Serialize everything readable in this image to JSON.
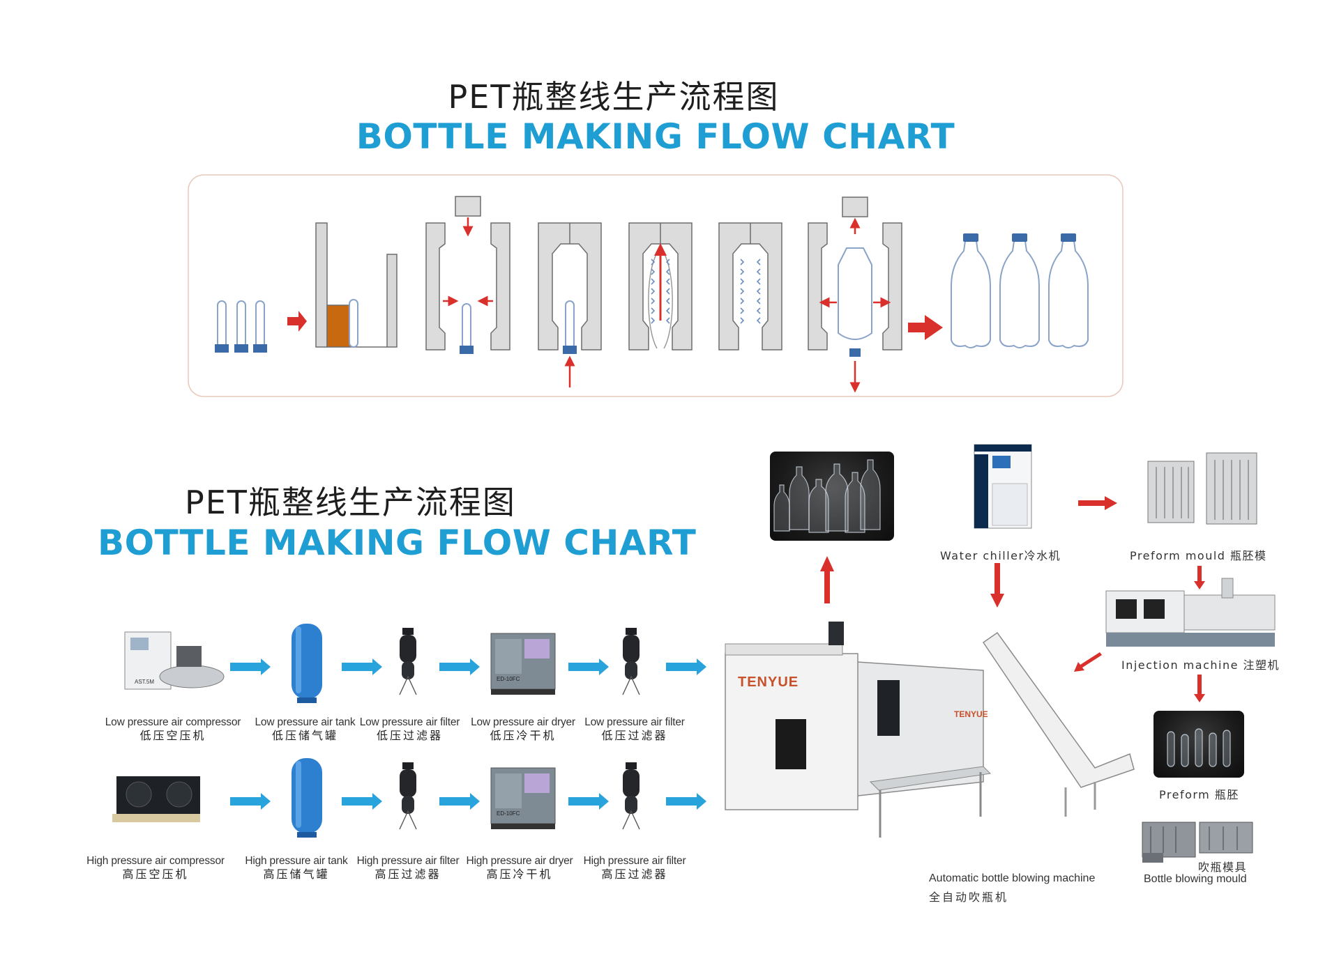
{
  "top_header": {
    "title_cn": "PET瓶整线生产流程图",
    "title_en": "BOTTLE MAKING FLOW CHART"
  },
  "mid_header": {
    "title_cn": "PET瓶整线生产流程图",
    "title_en": "BOTTLE MAKING FLOW CHART"
  },
  "colors": {
    "title_blue": "#1f9ed4",
    "arrow_red": "#d9302b",
    "arrow_blue": "#29a3dc",
    "mould_gray": "#dcdcdc",
    "preform_fill": "#c8690f",
    "tank_blue": "#2d7fd0"
  },
  "low_pressure_row": [
    {
      "en": "Low pressure air compressor",
      "cn": "低压空压机",
      "icon": "air-compressor-icon"
    },
    {
      "en": "Low pressure air tank",
      "cn": "低压储气罐",
      "icon": "air-tank-icon"
    },
    {
      "en": "Low pressure air filter",
      "cn": "低压过滤器",
      "icon": "air-filter-icon"
    },
    {
      "en": "Low pressure air dryer",
      "cn": "低压冷干机",
      "icon": "air-dryer-icon"
    },
    {
      "en": "Low pressure air filter",
      "cn": "低压过滤器",
      "icon": "air-filter-icon"
    }
  ],
  "high_pressure_row": [
    {
      "en": "High pressure air compressor",
      "cn": "高压空压机",
      "icon": "air-compressor-icon"
    },
    {
      "en": "High pressure air tank",
      "cn": "高压储气罐",
      "icon": "air-tank-icon"
    },
    {
      "en": "High pressure air filter",
      "cn": "高压过滤器",
      "icon": "air-filter-icon"
    },
    {
      "en": "High pressure air dryer",
      "cn": "高压冷干机",
      "icon": "air-dryer-icon"
    },
    {
      "en": "High pressure air filter",
      "cn": "高压过滤器",
      "icon": "air-filter-icon"
    }
  ],
  "dryer_plate_label": "ED-10FC",
  "compressor_plate_label": "AST.5M",
  "right_side": {
    "water_chiller": "Water chiller冷水机",
    "preform_mould": "Preform mould 瓶胚模",
    "injection_machine": "Injection machine 注塑机",
    "preform": "Preform 瓶胚",
    "bottle_mould_cn": "吹瓶模具",
    "bottle_mould_en": "Bottle blowing mould",
    "blowing_machine_en": "Automatic bottle blowing machine",
    "blowing_machine_cn": "全自动吹瓶机",
    "machine_brand": "TENYUE",
    "machine_brand_small": "TENYUE"
  }
}
